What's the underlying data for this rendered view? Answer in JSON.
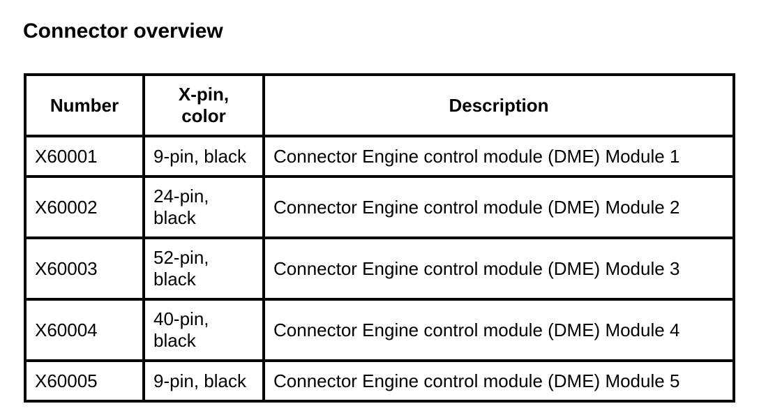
{
  "page": {
    "title": "Connector overview"
  },
  "colors": {
    "text": "#000000",
    "background": "#ffffff",
    "border": "#000000"
  },
  "table": {
    "headers": {
      "number": "Number",
      "pin": "X-pin,\ncolor",
      "description": "Description"
    },
    "rows": [
      {
        "number": "X60001",
        "pin": "9-pin, black",
        "description": "Connector Engine control module (DME) Module 1"
      },
      {
        "number": "X60002",
        "pin": "24-pin,\nblack",
        "description": "Connector Engine control module (DME) Module 2"
      },
      {
        "number": "X60003",
        "pin": "52-pin,\nblack",
        "description": "Connector Engine control module (DME) Module 3"
      },
      {
        "number": "X60004",
        "pin": "40-pin,\nblack",
        "description": "Connector Engine control module (DME) Module 4"
      },
      {
        "number": "X60005",
        "pin": "9-pin, black",
        "description": "Connector Engine control module (DME) Module 5"
      }
    ]
  }
}
